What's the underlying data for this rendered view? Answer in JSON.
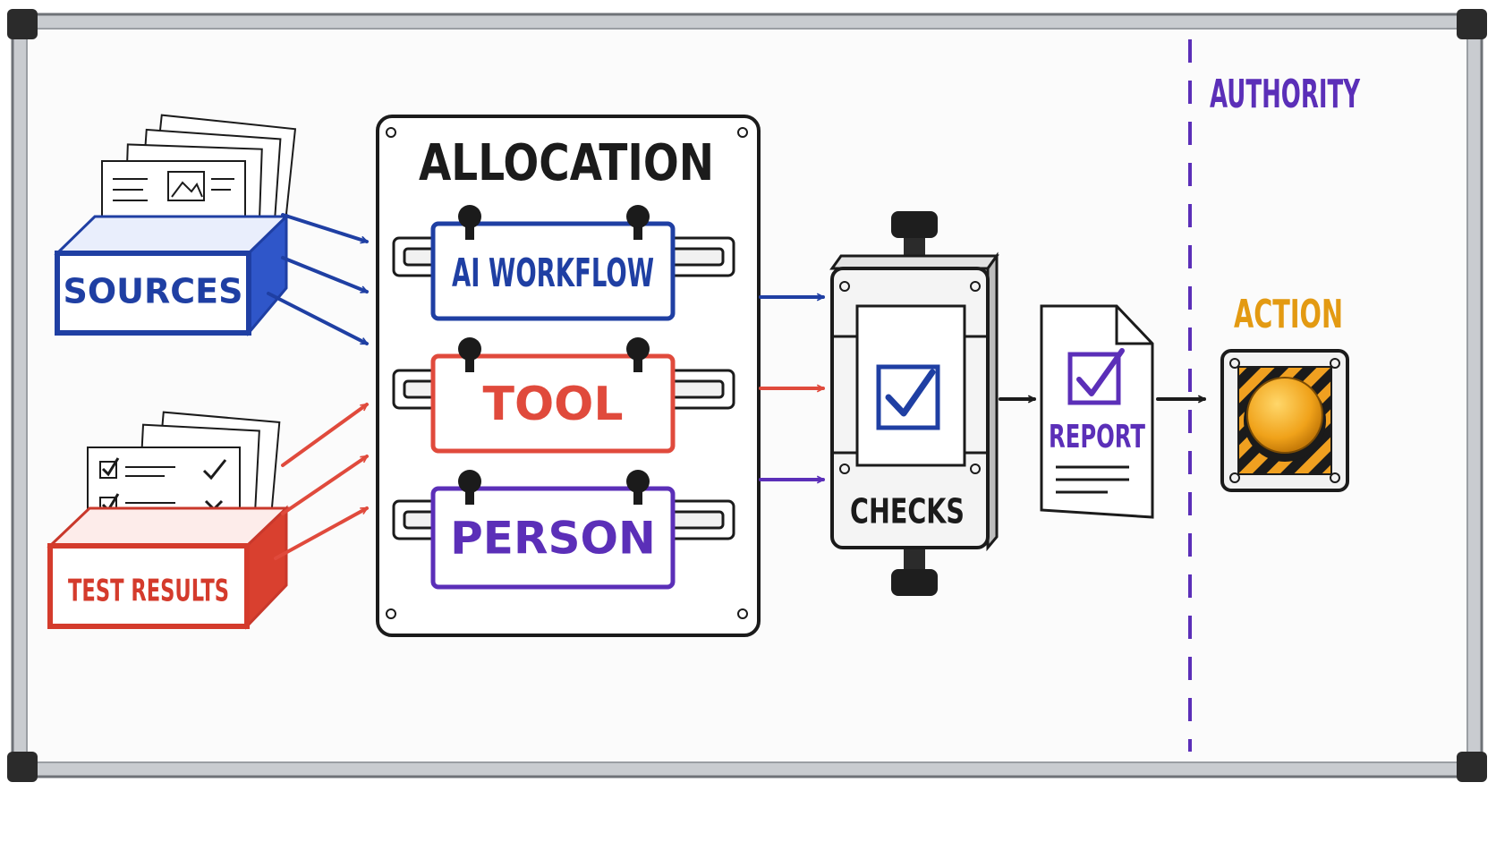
{
  "diagram": {
    "sources": {
      "label": "SOURCES"
    },
    "test_results": {
      "label": "TEST RESULTS"
    },
    "allocation": {
      "title": "ALLOCATION",
      "options": [
        {
          "label": "AI WORKFLOW"
        },
        {
          "label": "TOOL"
        },
        {
          "label": "PERSON"
        }
      ]
    },
    "checks": {
      "label": "CHECKS"
    },
    "report": {
      "label": "REPORT"
    },
    "authority": {
      "label": "AUTHORITY"
    },
    "action": {
      "label": "ACTION"
    }
  },
  "colors": {
    "blue": "#1f3fa3",
    "red": "#e04a3c",
    "purple": "#5b2fb8",
    "orange": "#e39a12",
    "ink": "#1b1b1b",
    "frame": "#8f9398"
  },
  "icons": [
    "document-stack-icon",
    "checklist-icon",
    "checkbox-icon",
    "report-document-icon",
    "push-button-icon",
    "arrow-icon"
  ]
}
